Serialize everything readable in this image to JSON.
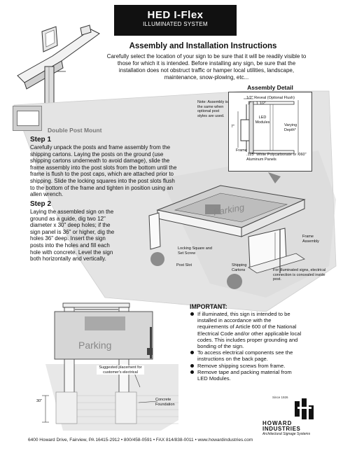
{
  "header": {
    "title": "HED  I-Flex",
    "subtitle": "ILLUMINATED SYSTEM"
  },
  "page_title": "Assembly and Installation Instructions",
  "intro": "Carefully select the location of your sign to be sure that it will be readily visible to those for which it is intended. Before installing any sign, be sure that the installation does not obstruct traffic or hamper local utilities, landscape, maintenance, snow-plowing, etc...",
  "thumb_label": "Double Post Mount",
  "step1": {
    "title": "Step 1",
    "text": "Carefully unpack the posts and frame assembly from the shipping cartons. Laying the posts on the ground (use shipping cartons underneath to avoid damage), slide the frame assembly into the post slots from the bottom until the frame is flush to the post caps, which are attached prior to shipping. Slide the locking squares into the post slots flush to the bottom of the frame and tighten in position using an allen wrench."
  },
  "step2": {
    "title": "Step 2",
    "text": "Laying the assembled sign on the ground as a guide, dig two 12\" diameter x 30\" deep holes; if the sign panel is 36\" or higher, dig the holes 36\" deep. Insert the sign posts into the holes and fill each hole with concrete. Level the sign both horizontally and vertically."
  },
  "assembly_detail": {
    "title": "Assembly Detail",
    "note": "Note: Assembly is the same when optional post styles are used.",
    "dim_3": "3\"",
    "dim_7": "7\"",
    "reveal": "1/2\" Reveal (Optional Flush)",
    "dim_1_5": "1 1/2\"",
    "led": "LED Modules",
    "varying": "Varying Depth*",
    "frame": "Frame",
    "panels": ".125\" White Polycarbonate or .060\" Aluminum Panels"
  },
  "illustration": {
    "sign_text": "Parking",
    "frame_assembly": "Frame Assembly",
    "locking": "Locking Square and Set Screw",
    "post_slot": "Post Slot",
    "cartons": "Shipping Cartons",
    "illuminated": "For illuminated signs, electrical connection is concealed inside post."
  },
  "install": {
    "sign_text": "Parking",
    "suggested": "Suggested placement for customer's electrical",
    "concrete": "Concrete Foundation",
    "depth": "30\""
  },
  "important": {
    "title": "IMPORTANT:",
    "items": [
      "If illuminated, this sign is intended to be installed in accordance with the requirements of Article 600 of the National Electrical Code and/or other applicable local codes. This includes proper grounding and bonding of the sign.",
      "To access electrical components see the instructions on the back page.",
      "Remove shipping screws from frame.",
      "Remove tape and packing material from LED Modules."
    ]
  },
  "logo": {
    "tagline": "Since 1926",
    "line1": "HOWARD",
    "line2": "INDUSTRIES",
    "line3": "Architectural Signage Systems"
  },
  "footer": "6400 Howard Drive, Fairview, PA 16415-2912 • 800/458-0591 • FAX 814/838-0011 • www.howardindustries.com"
}
